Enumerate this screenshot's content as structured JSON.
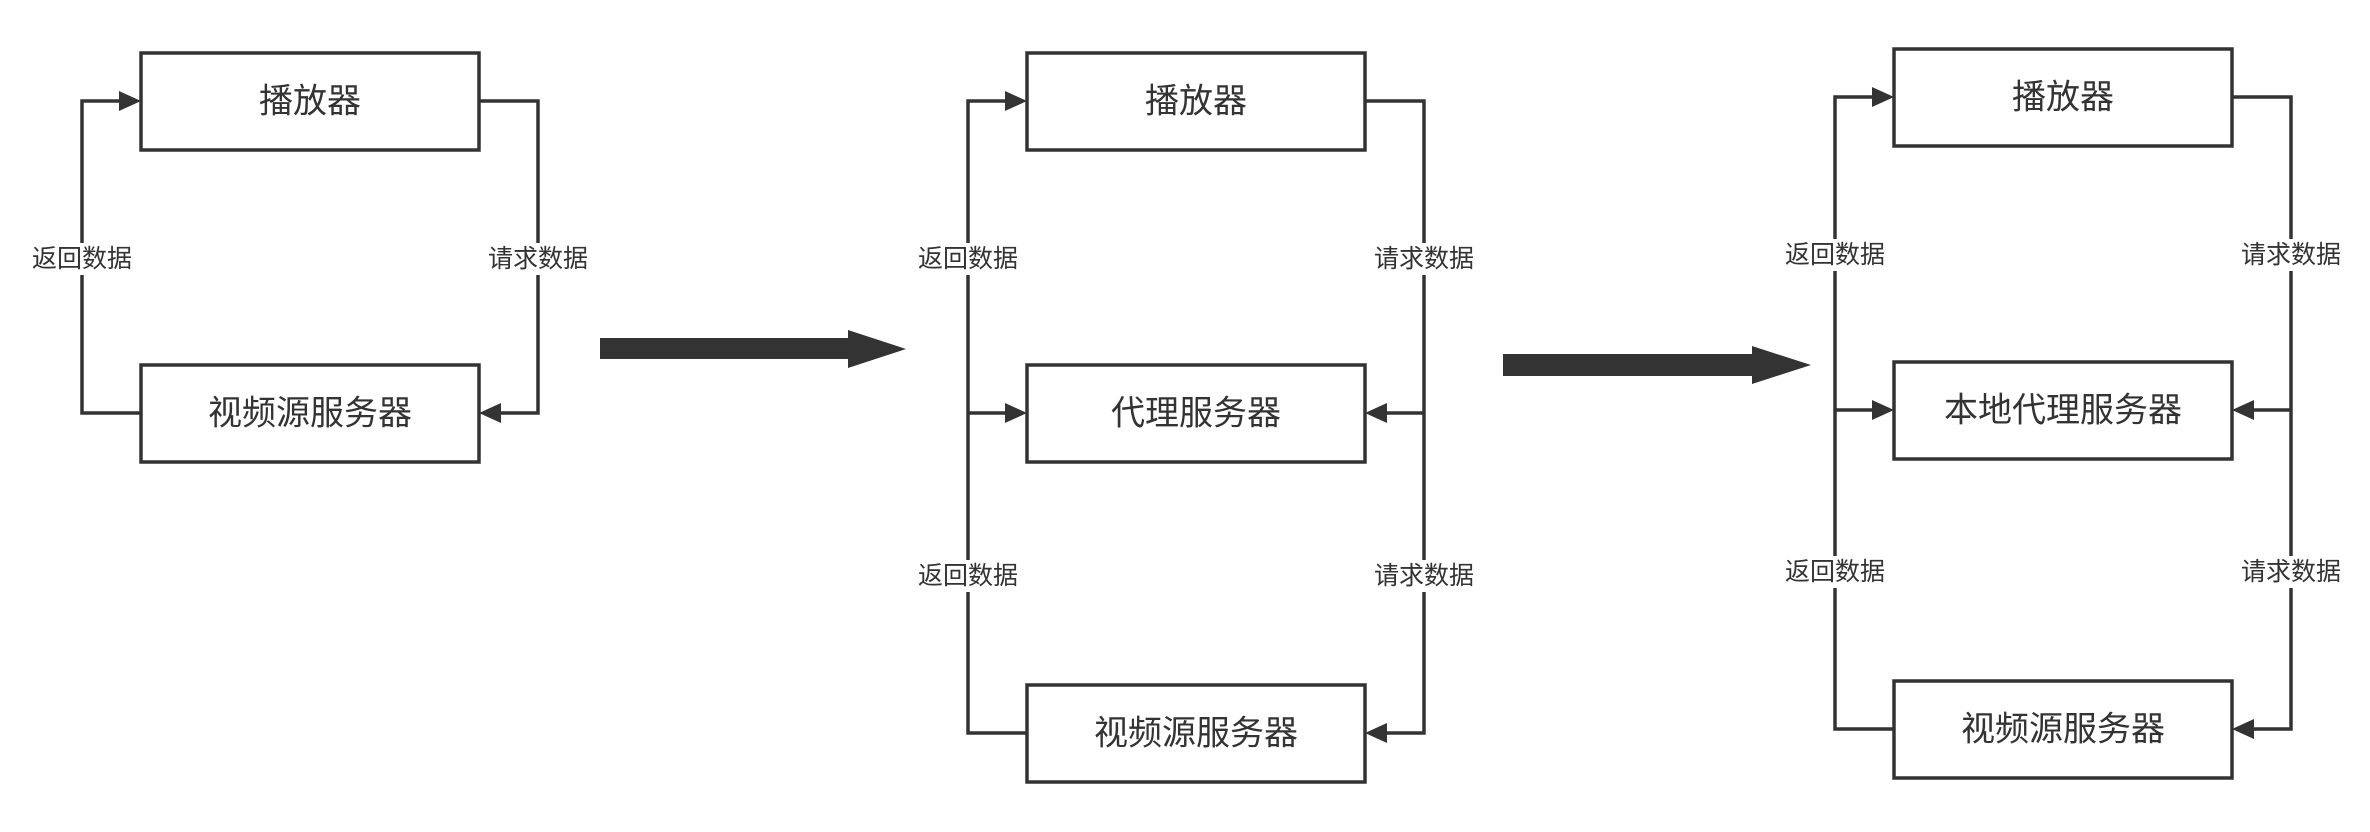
{
  "diagrams": [
    {
      "boxes": {
        "top": "播放器",
        "bottom": "视频源服务器"
      },
      "edges": {
        "left_label": "返回数据",
        "right_label": "请求数据"
      }
    },
    {
      "boxes": {
        "top": "播放器",
        "middle": "代理服务器",
        "bottom": "视频源服务器"
      },
      "edges": {
        "upper_left_label": "返回数据",
        "upper_right_label": "请求数据",
        "lower_left_label": "返回数据",
        "lower_right_label": "请求数据"
      }
    },
    {
      "boxes": {
        "top": "播放器",
        "middle": "本地代理服务器",
        "bottom": "视频源服务器"
      },
      "edges": {
        "upper_left_label": "返回数据",
        "upper_right_label": "请求数据",
        "lower_left_label": "返回数据",
        "lower_right_label": "请求数据"
      }
    }
  ],
  "colors": {
    "stroke": "#333333",
    "background": "#ffffff"
  }
}
